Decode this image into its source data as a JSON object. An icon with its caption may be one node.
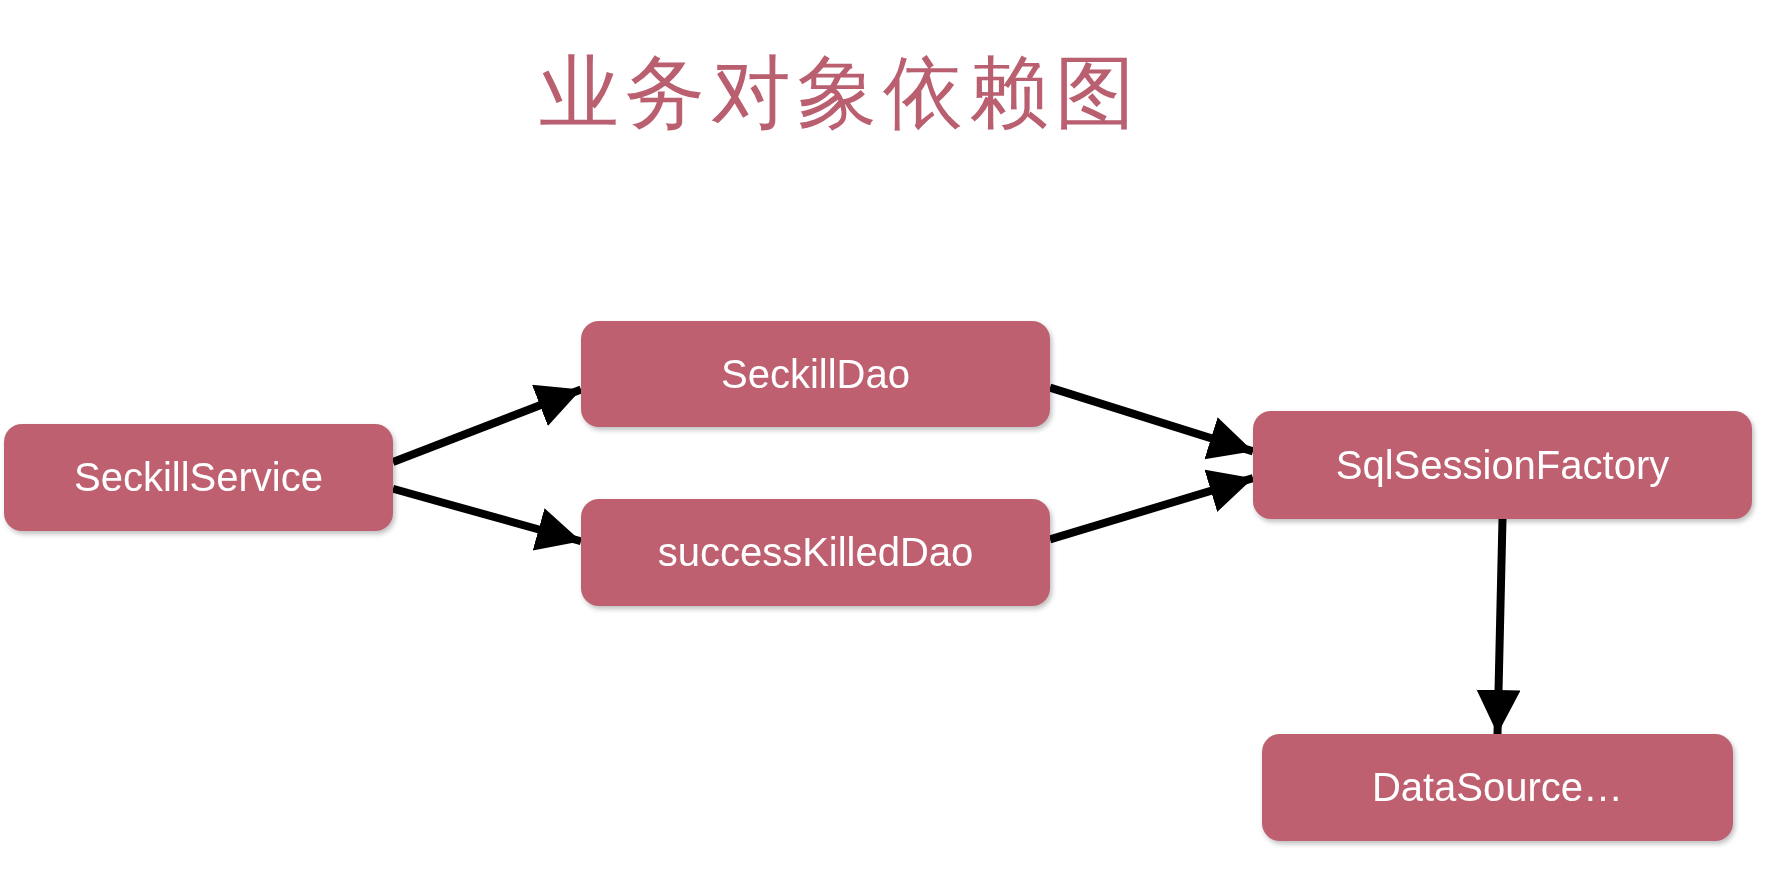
{
  "diagram": {
    "title": "业务对象依赖图",
    "nodes": [
      {
        "text": [
          "SeckillService"
        ]
      },
      {
        "text": [
          "SeckillDao"
        ]
      },
      {
        "text": [
          "successKilledDao"
        ]
      },
      {
        "text": [
          "SqlSessionFactory"
        ]
      },
      {
        "text": [
          "DataSource…"
        ]
      }
    ],
    "edges": [
      {
        "from": 0,
        "to": 1,
        "arrow": "to"
      },
      {
        "from": 0,
        "to": 2,
        "arrow": "to"
      },
      {
        "from": 1,
        "to": 3,
        "arrow": "to"
      },
      {
        "from": 2,
        "to": 3,
        "arrow": "to"
      },
      {
        "from": 3,
        "to": 4,
        "arrow": "to"
      }
    ]
  }
}
